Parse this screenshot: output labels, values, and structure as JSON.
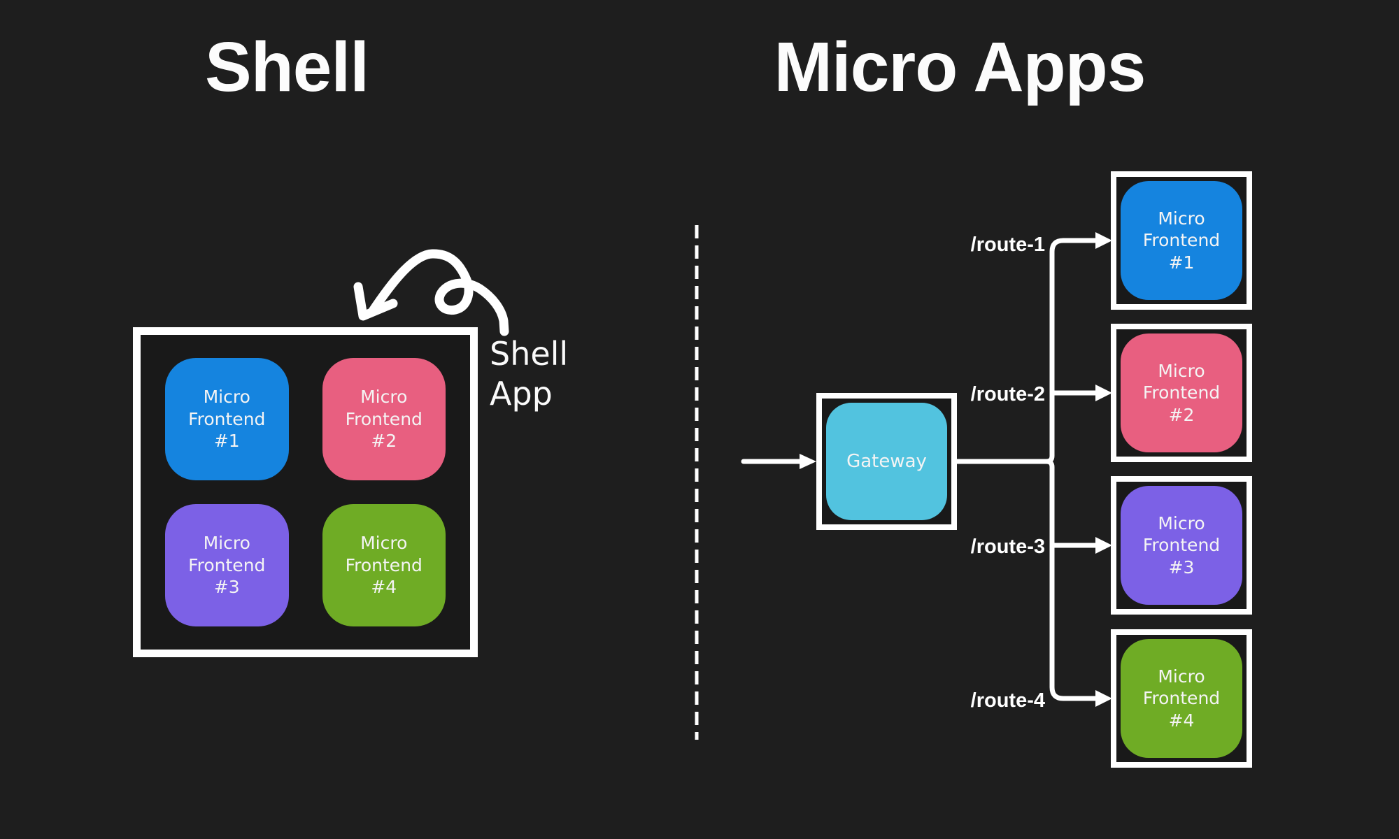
{
  "canvas": {
    "background": "#1e1e1e",
    "panel_inner_background": "#191919",
    "stroke_color": "#ffffff"
  },
  "left": {
    "title": "Shell",
    "annotation": "Shell\nApp",
    "tiles": [
      {
        "label": "Micro\nFrontend\n#1",
        "color": "#1584df"
      },
      {
        "label": "Micro\nFrontend\n#2",
        "color": "#e85f80"
      },
      {
        "label": "Micro\nFrontend\n#3",
        "color": "#7c61e6"
      },
      {
        "label": "Micro\nFrontend\n#4",
        "color": "#6fac25"
      }
    ]
  },
  "right": {
    "title": "Micro Apps",
    "gateway": {
      "label": "Gateway",
      "color": "#52c3df"
    },
    "routes": [
      {
        "label": "/route-1",
        "target": {
          "label": "Micro\nFrontend\n#1",
          "color": "#1584df"
        }
      },
      {
        "label": "/route-2",
        "target": {
          "label": "Micro\nFrontend\n#2",
          "color": "#e85f80"
        }
      },
      {
        "label": "/route-3",
        "target": {
          "label": "Micro\nFrontend\n#3",
          "color": "#7c61e6"
        }
      },
      {
        "label": "/route-4",
        "target": {
          "label": "Micro\nFrontend\n#4",
          "color": "#6fac25"
        }
      }
    ]
  }
}
